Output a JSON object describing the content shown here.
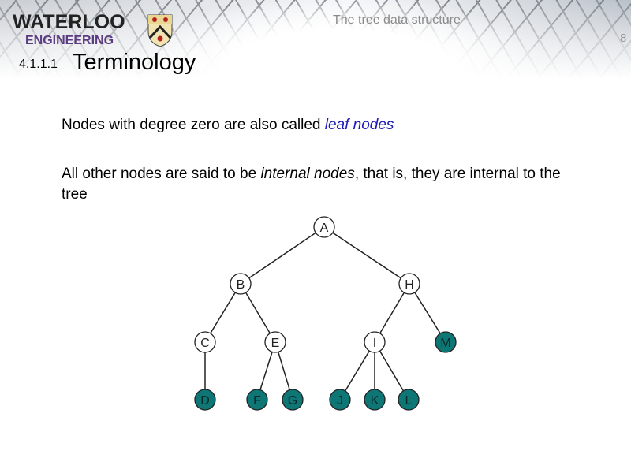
{
  "header": {
    "logo_line1": "WATERLOO",
    "logo_line2": "ENGINEERING",
    "course_title": "The tree data structure",
    "page_number": "8"
  },
  "slide": {
    "section_number": "4.1.1.1",
    "title": "Terminology",
    "para1": {
      "before": "Nodes with degree zero are also called ",
      "emphasis": "leaf nodes"
    },
    "para2": {
      "before": "All other nodes are said to be ",
      "emphasis": "internal nodes",
      "after": ", that is, they are internal to the tree"
    }
  },
  "tree": {
    "leaf_color": "#0f7676",
    "internal_color": "#ffffff",
    "nodes": [
      {
        "id": "A",
        "leaf": false
      },
      {
        "id": "B",
        "leaf": false
      },
      {
        "id": "H",
        "leaf": false
      },
      {
        "id": "C",
        "leaf": false
      },
      {
        "id": "E",
        "leaf": false
      },
      {
        "id": "I",
        "leaf": false
      },
      {
        "id": "M",
        "leaf": true
      },
      {
        "id": "D",
        "leaf": true
      },
      {
        "id": "F",
        "leaf": true
      },
      {
        "id": "G",
        "leaf": true
      },
      {
        "id": "J",
        "leaf": true
      },
      {
        "id": "K",
        "leaf": true
      },
      {
        "id": "L",
        "leaf": true
      }
    ],
    "edges": [
      [
        "A",
        "B"
      ],
      [
        "A",
        "H"
      ],
      [
        "B",
        "C"
      ],
      [
        "B",
        "E"
      ],
      [
        "H",
        "I"
      ],
      [
        "H",
        "M"
      ],
      [
        "C",
        "D"
      ],
      [
        "E",
        "F"
      ],
      [
        "E",
        "G"
      ],
      [
        "I",
        "J"
      ],
      [
        "I",
        "K"
      ],
      [
        "I",
        "L"
      ]
    ]
  }
}
